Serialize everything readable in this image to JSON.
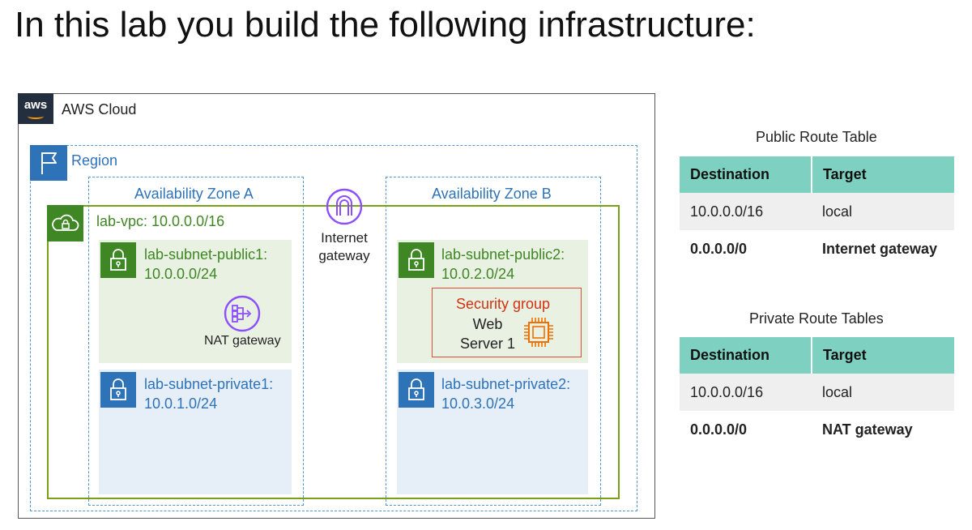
{
  "title": "In this lab you build the following infrastructure:",
  "aws_cloud": {
    "logo_text": "aws",
    "label": "AWS Cloud"
  },
  "region": {
    "label": "Region"
  },
  "availability_zones": [
    {
      "label": "Availability Zone A"
    },
    {
      "label": "Availability Zone B"
    }
  ],
  "vpc": {
    "label": "lab-vpc: 10.0.0.0/16"
  },
  "subnets": {
    "public1": {
      "name": "lab-subnet-public1:",
      "cidr": "10.0.0.0/24"
    },
    "public2": {
      "name": "lab-subnet-public2:",
      "cidr": "10.0.2.0/24"
    },
    "private1": {
      "name": "lab-subnet-private1:",
      "cidr": "10.0.1.0/24"
    },
    "private2": {
      "name": "lab-subnet-private2:",
      "cidr": "10.0.3.0/24"
    }
  },
  "nat_gateway": {
    "label": "NAT gateway"
  },
  "internet_gateway": {
    "line1": "Internet",
    "line2": "gateway"
  },
  "security_group": {
    "label": "Security group",
    "server_line1": "Web",
    "server_line2": "Server 1"
  },
  "public_route_table": {
    "title": "Public Route Table",
    "headers": [
      "Destination",
      "Target"
    ],
    "rows": [
      [
        "10.0.0.0/16",
        "local"
      ],
      [
        "0.0.0.0/0",
        "Internet gateway"
      ]
    ]
  },
  "private_route_tables": {
    "title": "Private Route Tables",
    "headers": [
      "Destination",
      "Target"
    ],
    "rows": [
      [
        "10.0.0.0/16",
        "local"
      ],
      [
        "0.0.0.0/0",
        "NAT gateway"
      ]
    ]
  },
  "colors": {
    "aws_dark": "#232f3e",
    "aws_orange": "#ff9900",
    "region_blue": "#2e73b8",
    "vpc_green": "#3f8624",
    "security_red": "#d13212",
    "gateway_purple": "#8c4fff",
    "table_header": "#7ed1c0"
  },
  "icons": [
    "aws-logo",
    "flag-icon",
    "cloud-lock-icon",
    "lock-icon",
    "nat-gateway-icon",
    "internet-gateway-icon",
    "chip-icon"
  ]
}
